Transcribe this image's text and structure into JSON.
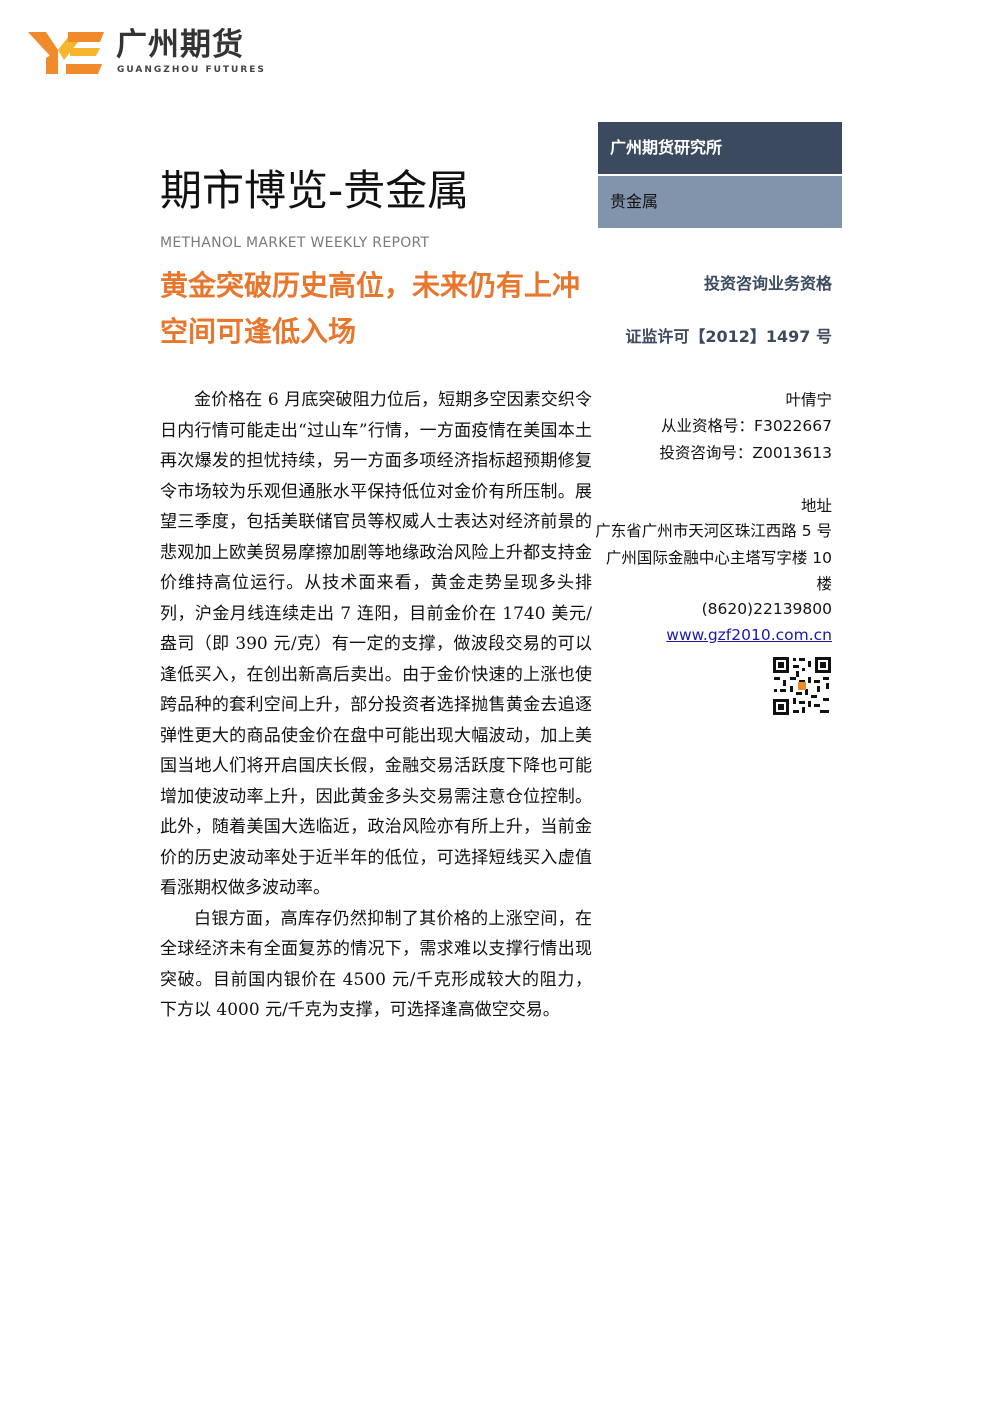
{
  "logo": {
    "name_cn": "广州期货",
    "name_en": "GUANGZHOU FUTURES",
    "icon": "gzf-logo-icon",
    "colors": {
      "orange": "#f08a2a",
      "yellow": "#f7b52c"
    }
  },
  "sidebar": {
    "institute": "广州期货研究所",
    "category": "贵金属",
    "dark_color": "#3b4a5e",
    "light_color": "#8293ac"
  },
  "header": {
    "title": "期市博览-贵金属",
    "subtitle_en": "METHANOL MARKET WEEKLY REPORT",
    "headline": "黄金突破历史高位，未来仍有上冲空间可逢低入场",
    "headline_color": "#e8772e"
  },
  "qualification": {
    "title": "投资咨询业务资格",
    "license": "证监许可【2012】1497 号"
  },
  "analyst": {
    "name": "叶倩宁",
    "qualification_no": "从业资格号：F3022667",
    "consult_no": "投资咨询号：Z0013613",
    "address_label": "地址",
    "address": "广东省广州市天河区珠江西路 5 号广州国际金融中心主塔写字楼 10 楼",
    "phone": "(8620)22139800",
    "website": "www.gzf2010.com.cn",
    "qr_icon": "qr-code-icon"
  },
  "body": {
    "paragraph_1": "金价格在 6 月底突破阻力位后，短期多空因素交织令日内行情可能走出“过山车”行情，一方面疫情在美国本土再次爆发的担忧持续，另一方面多项经济指标超预期修复令市场较为乐观但通胀水平保持低位对金价有所压制。展望三季度，包括美联储官员等权威人士表达对经济前景的悲观加上欧美贸易摩擦加剧等地缘政治风险上升都支持金价维持高位运行。从技术面来看，黄金走势呈现多头排列，沪金月线连续走出 7 连阳，目前金价在 1740 美元/盎司（即 390 元/克）有一定的支撑，做波段交易的可以逢低买入，在创出新高后卖出。由于金价快速的上涨也使跨品种的套利空间上升，部分投资者选择抛售黄金去追逐弹性更大的商品使金价在盘中可能出现大幅波动，加上美国当地人们将开启国庆长假，金融交易活跃度下降也可能增加使波动率上升，因此黄金多头交易需注意仓位控制。此外，随着美国大选临近，政治风险亦有所上升，当前金价的历史波动率处于近半年的低位，可选择短线买入虚值看涨期权做多波动率。",
    "paragraph_2": "白银方面，高库存仍然抑制了其价格的上涨空间，在全球经济未有全面复苏的情况下，需求难以支撑行情出现突破。目前国内银价在 4500 元/千克形成较大的阻力，下方以 4000 元/千克为支撑，可选择逢高做空交易。"
  }
}
